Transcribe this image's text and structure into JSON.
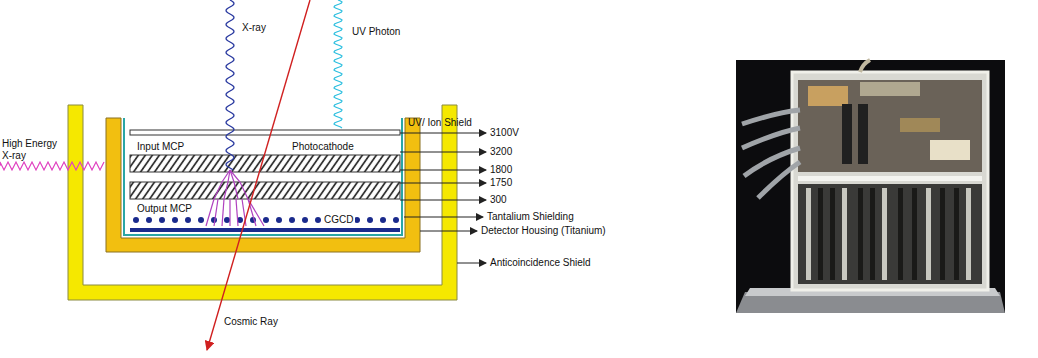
{
  "diagram": {
    "labels": [
      "X-ray",
      "UV Photon",
      "UV/ Ion Shield",
      "3100V",
      "Input MCP",
      "Photocathode",
      "3200",
      "1800",
      "1750",
      "300",
      "High Energy X-ray",
      "Output MCP",
      "CGCD",
      "Tantalium Shielding",
      "Detector Housing (Titanium)",
      "Anticoincidence Shield",
      "Cosmic Ray"
    ]
  }
}
